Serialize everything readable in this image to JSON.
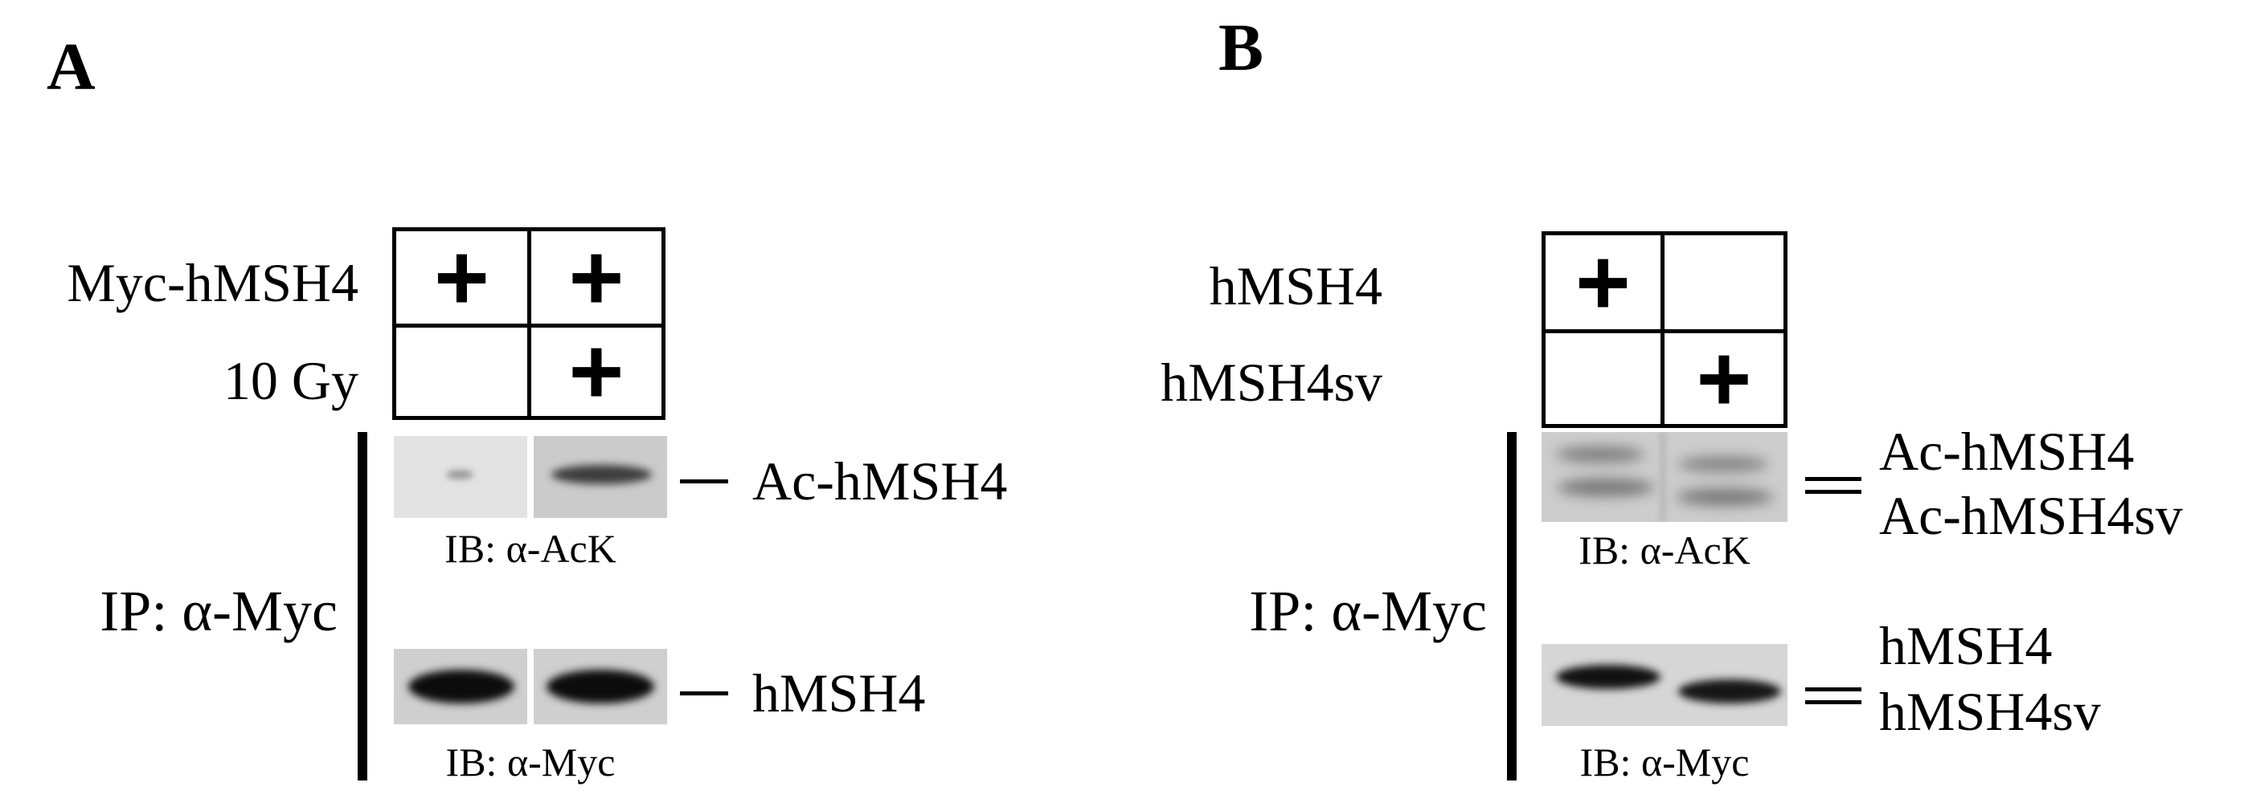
{
  "panel_a": {
    "letter": "A",
    "rows": [
      {
        "label": "Myc-hMSH4",
        "cells": [
          "+",
          "+"
        ]
      },
      {
        "label": "10 Gy",
        "cells": [
          "",
          "+"
        ]
      }
    ],
    "ip_label": "IP: α-Myc",
    "blots": [
      {
        "ib_label": "IB: α-AcK",
        "band_label": "Ac-hMSH4"
      },
      {
        "ib_label": "IB: α-Myc",
        "band_label": "hMSH4"
      }
    ]
  },
  "panel_b": {
    "letter": "B",
    "rows": [
      {
        "label": "hMSH4",
        "cells": [
          "+",
          ""
        ]
      },
      {
        "label": "hMSH4sv",
        "cells": [
          "",
          "+"
        ]
      }
    ],
    "ip_label": "IP: α-Myc",
    "blots": [
      {
        "ib_label": "IB: α-AcK",
        "band_labels": [
          "Ac-hMSH4",
          "Ac-hMSH4sv"
        ]
      },
      {
        "ib_label": "IB: α-Myc",
        "band_labels": [
          "hMSH4",
          "hMSH4sv"
        ]
      }
    ]
  }
}
